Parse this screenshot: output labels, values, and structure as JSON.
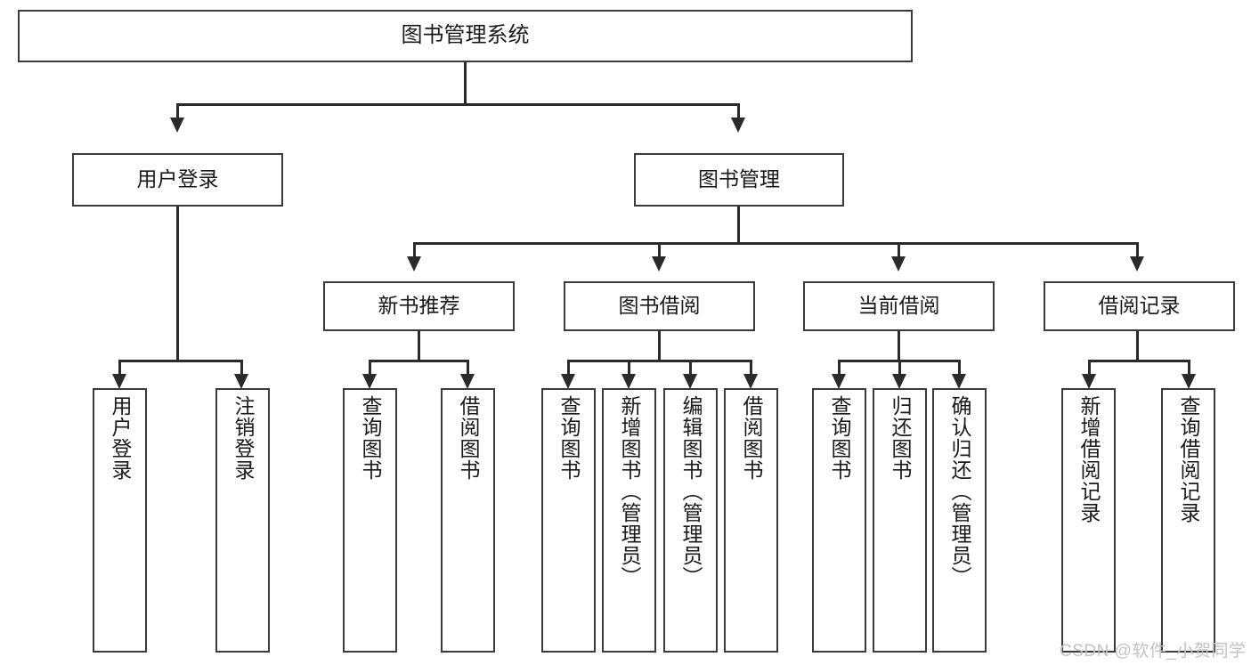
{
  "diagram": {
    "title": "图书管理系统",
    "type": "tree-hierarchy-diagram",
    "colors": {
      "box_border": "#3a3a3a",
      "connector": "#2b2b2b",
      "background": "#ffffff",
      "text": "#1a1a1a",
      "watermark": "#c2c2c2"
    },
    "root": {
      "label": "图书管理系统"
    },
    "level2": [
      {
        "label": "用户登录"
      },
      {
        "label": "图书管理"
      }
    ],
    "level3": [
      {
        "label": "新书推荐"
      },
      {
        "label": "图书借阅"
      },
      {
        "label": "当前借阅"
      },
      {
        "label": "借阅记录"
      }
    ],
    "leaves": {
      "user_login": [
        {
          "label": "用户登录"
        },
        {
          "label": "注销登录"
        }
      ],
      "new_book_recommend": [
        {
          "label": "查询图书"
        },
        {
          "label": "借阅图书"
        }
      ],
      "book_borrow": [
        {
          "label": "查询图书"
        },
        {
          "label": "新增图书（管理员）"
        },
        {
          "label": "编辑图书（管理员）"
        },
        {
          "label": "借阅图书"
        }
      ],
      "current_borrow": [
        {
          "label": "查询图书"
        },
        {
          "label": "归还图书"
        },
        {
          "label": "确认归还（管理员）"
        }
      ],
      "borrow_record": [
        {
          "label": "新增借阅记录"
        },
        {
          "label": "查询借阅记录"
        }
      ]
    }
  },
  "watermark": {
    "text": "CSDN @软件_小贺同学"
  }
}
